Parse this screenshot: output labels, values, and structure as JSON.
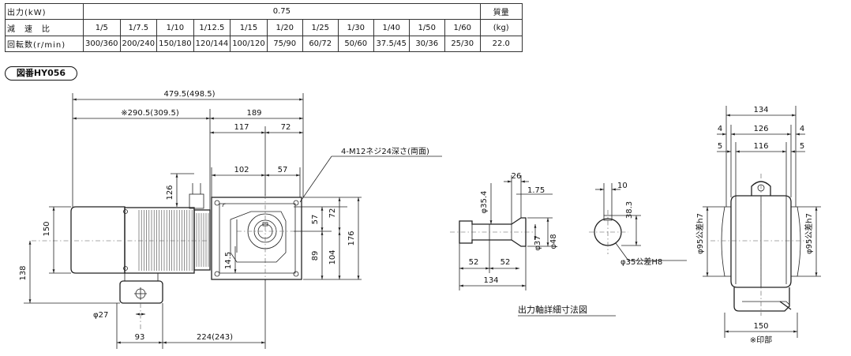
{
  "spec_table": {
    "header_output": "出力(kW)",
    "output_value": "0.75",
    "header_ratio": "減　速　比",
    "header_speed": "回転数(r/min)",
    "header_mass_line1": "質量",
    "header_mass_line2": "(kg)",
    "ratios": [
      "1/5",
      "1/7.5",
      "1/10",
      "1/12.5",
      "1/15",
      "1/20",
      "1/25",
      "1/30",
      "1/40",
      "1/50",
      "1/60"
    ],
    "speeds": [
      "300/360",
      "200/240",
      "150/180",
      "120/144",
      "100/120",
      "75/90",
      "60/72",
      "50/60",
      "37.5/45",
      "30/36",
      "25/30"
    ],
    "mass": "22.0"
  },
  "drawing_id": "図番HY056",
  "front_view": {
    "overall": "479.5(498.5)",
    "motor_length": "※290.5(309.5)",
    "gear_length": "189",
    "dim_117": "117",
    "dim_72_top": "72",
    "dim_102": "102",
    "dim_57_top": "57",
    "dim_126": "126",
    "dim_150": "150",
    "dim_138": "138",
    "dim_14_5": "14.5",
    "dim_57_side": "57",
    "dim_72_side": "72",
    "dim_89": "89",
    "dim_104": "104",
    "dim_176": "176",
    "dim_27": "φ27",
    "dim_93": "93",
    "dim_224": "224(243)",
    "bolt_note": "4-M12ネジ24深さ(両面)"
  },
  "shaft_detail": {
    "dim_26": "26",
    "dim_35_4": "φ35.4",
    "dim_1_75": "1.75",
    "dim_37": "φ37",
    "dim_48": "φ48",
    "dim_52_left": "52",
    "dim_52_right": "52",
    "dim_134": "134",
    "dim_10": "10",
    "dim_38_3": "38.3",
    "dim_35h8": "φ35公差H8",
    "caption": "出力軸詳細寸法図"
  },
  "side_view": {
    "dim_134": "134",
    "dim_4_left": "4",
    "dim_126": "126",
    "dim_4_right": "4",
    "dim_5_left": "5",
    "dim_116": "116",
    "dim_5_right": "5",
    "dim_95h7_left": "φ95公差h7",
    "dim_95h7_right": "φ95公差h7",
    "dim_150": "150",
    "note_mark": "※印部"
  }
}
